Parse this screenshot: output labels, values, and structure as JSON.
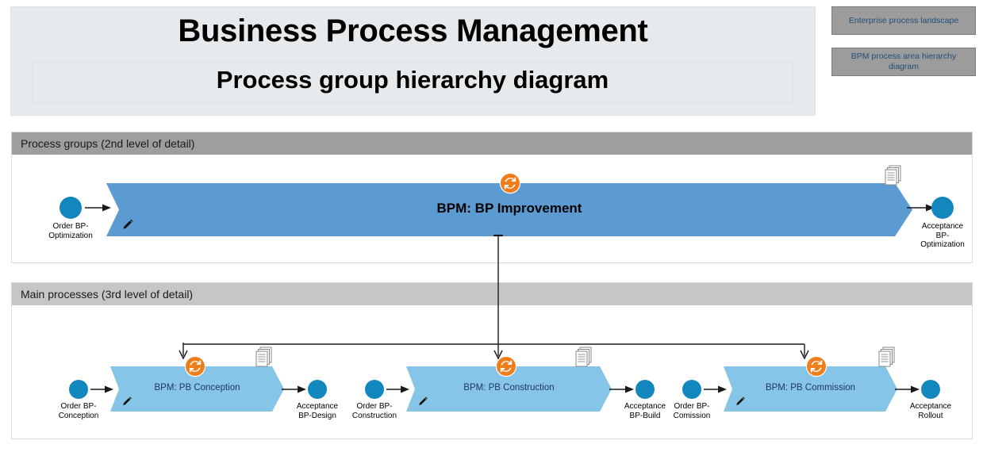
{
  "header": {
    "title": "Business Process Management",
    "subtitle": "Process group hierarchy diagram"
  },
  "nav_buttons": [
    {
      "id": "enterprise-process-landscape",
      "label": "Enterprise process landscape"
    },
    {
      "id": "bpm-process-area-hierarchy-diagram",
      "label": "BPM process area hierarchy diagram"
    }
  ],
  "sections": [
    {
      "id": "process-groups",
      "header": "Process groups (2nd level of detail)",
      "level": 2,
      "start_event": {
        "label": "Order BP-\nOptimization"
      },
      "process": {
        "label": "BPM: BP Improvement",
        "icons": [
          "cycle-icon",
          "documents-icon",
          "pencil-icon"
        ]
      },
      "end_event": {
        "label": "Acceptance\nBP-\nOptimization"
      }
    },
    {
      "id": "main-processes",
      "header": "Main processes (3rd level of detail)",
      "level": 3,
      "lanes": [
        {
          "start_event": {
            "label": "Order BP-\nConception"
          },
          "process": {
            "label": "BPM: PB Conception",
            "icons": [
              "cycle-icon",
              "documents-icon",
              "pencil-icon"
            ]
          },
          "end_event": {
            "label": "Acceptance\nBP-Design"
          }
        },
        {
          "start_event": {
            "label": "Order BP-\nConstruction"
          },
          "process": {
            "label": "BPM: PB Construction",
            "icons": [
              "cycle-icon",
              "documents-icon",
              "pencil-icon"
            ]
          },
          "end_event": {
            "label": "Acceptance\nBP-Build"
          }
        },
        {
          "start_event": {
            "label": "Order BP-\nComission"
          },
          "process": {
            "label": "BPM: PB Commission",
            "icons": [
              "cycle-icon",
              "documents-icon",
              "pencil-icon"
            ]
          },
          "end_event": {
            "label": "Acceptance\nRollout"
          }
        }
      ]
    }
  ],
  "colors": {
    "header_panel_bg": "#e6eaed",
    "nav_button_bg": "#9c9c9c",
    "nav_button_text": "#1f4e79",
    "section_header_l2": "#9e9e9e",
    "section_header_l3": "#c6c6c6",
    "process_l2_fill": "#5b9bd1",
    "process_l3_fill": "#86c5e8",
    "event_circle": "#1287be",
    "cycle_icon": "#ef7d1a",
    "connector_line": "#1a1a1a"
  }
}
